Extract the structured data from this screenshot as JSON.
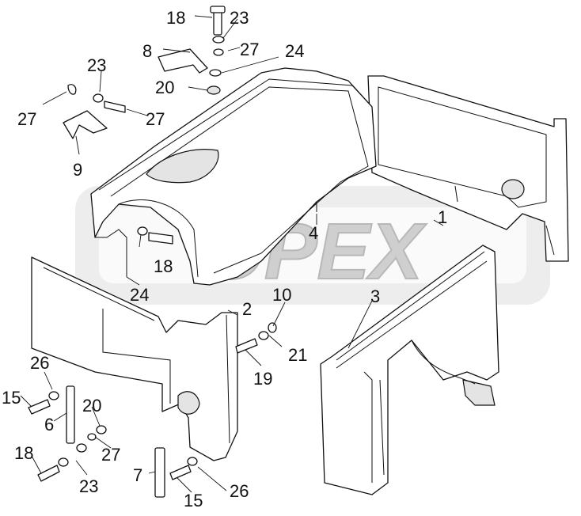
{
  "watermark": {
    "text": "OPEX",
    "color": "#cfcfcf"
  },
  "callouts": {
    "c18a": "18",
    "c23a": "23",
    "c8": "8",
    "c27a": "27",
    "c24a": "24",
    "c23b": "23",
    "c20a": "20",
    "c27b": "27",
    "c27c": "27",
    "c9": "9",
    "c1": "1",
    "c4": "4",
    "c18b": "18",
    "c24b": "24",
    "c10": "10",
    "c3": "3",
    "c2": "2",
    "c21": "21",
    "c19": "19",
    "c26a": "26",
    "c15a": "15",
    "c20b": "20",
    "c6": "6",
    "c27d": "27",
    "c18c": "18",
    "c23c": "23",
    "c7": "7",
    "c15b": "15",
    "c26b": "26"
  }
}
